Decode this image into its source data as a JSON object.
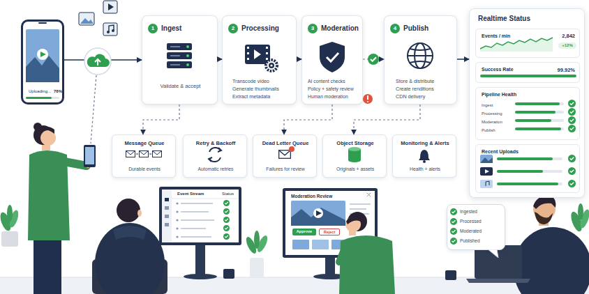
{
  "diagram": {
    "nodes": [
      {
        "text": [
          "Uploading...",
          "78%"
        ]
      },
      {
        "text": [
          "1",
          "Ingest",
          "Validate & accept"
        ]
      },
      {
        "text": [
          "2",
          "Processing",
          "Transcode video",
          "Generate thumbnails",
          "Extract metadata"
        ]
      },
      {
        "text": [
          "3",
          "Moderation",
          "AI content checks",
          "Policy + safety review",
          "Human moderation"
        ]
      },
      {
        "text": [
          "4",
          "Publish",
          "Store & distribute",
          "Create renditions",
          "CDN delivery"
        ]
      },
      {
        "text": [
          "Realtime Status"
        ]
      },
      {
        "text": [
          "Events / min",
          "2,842",
          "+12%"
        ],
        "in": 5
      },
      {
        "text": [
          "Success Rate",
          "99.92%"
        ],
        "in": 5
      },
      {
        "text": [
          "Pipeline Health",
          "Ingest",
          "Processing",
          "Moderation",
          "Publish"
        ],
        "in": 5
      },
      {
        "text": [
          "Recent Uploads"
        ],
        "in": 5
      },
      {
        "text": [
          "Message Queue",
          "Durable events"
        ]
      },
      {
        "text": [
          "Retry & Backoff",
          "Automatic retries"
        ]
      },
      {
        "text": [
          "Dead Letter Queue",
          "Failures for review"
        ]
      },
      {
        "text": [
          "Object Storage",
          "Originals + assets"
        ]
      },
      {
        "text": [
          "Monitoring & Alerts",
          "Health + alerts"
        ]
      },
      {
        "text": [
          "Event Stream",
          "Status"
        ]
      },
      {
        "text": [
          "Moderation Review"
        ]
      },
      {
        "text": [
          "Approve"
        ],
        "in": 16
      },
      {
        "text": [
          "Reject"
        ],
        "in": 16
      },
      {
        "text": [
          "Ingested",
          "Processed",
          "Moderated",
          "Published"
        ]
      }
    ],
    "edges": [
      {
        "from": 0,
        "to": 1,
        "arrow": "to"
      },
      {
        "from": 1,
        "to": 2,
        "arrow": "to"
      },
      {
        "from": 2,
        "to": 3,
        "arrow": "to"
      },
      {
        "from": 3,
        "to": 4,
        "arrow": "to"
      },
      {
        "from": 4,
        "to": 5,
        "arrow": "to"
      },
      {
        "from": 1,
        "to": 10,
        "arrow": "to"
      },
      {
        "from": 3,
        "to": 12,
        "arrow": "to"
      },
      {
        "from": 4,
        "to": 13,
        "arrow": "to"
      }
    ]
  }
}
